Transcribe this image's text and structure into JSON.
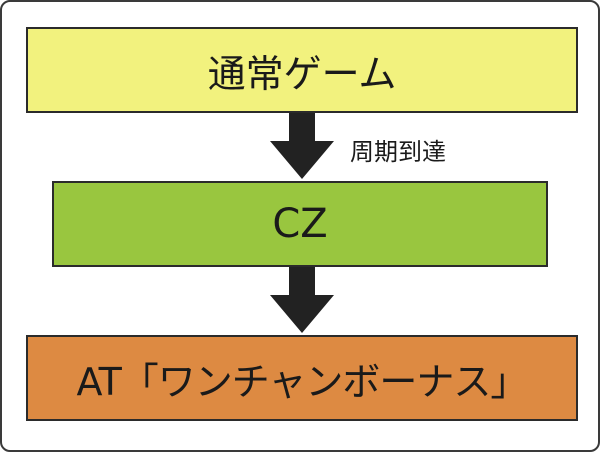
{
  "diagram": {
    "nodes": [
      {
        "id": "normal_game",
        "label": "通常ゲーム",
        "color": "#f2f27e"
      },
      {
        "id": "cz",
        "label": "CZ",
        "color": "#99c63f"
      },
      {
        "id": "at",
        "label": "AT「ワンチャンボーナス」",
        "color": "#dd8a42"
      }
    ],
    "edges": [
      {
        "from": "normal_game",
        "to": "cz",
        "label": "周期到達"
      },
      {
        "from": "cz",
        "to": "at",
        "label": ""
      }
    ]
  }
}
